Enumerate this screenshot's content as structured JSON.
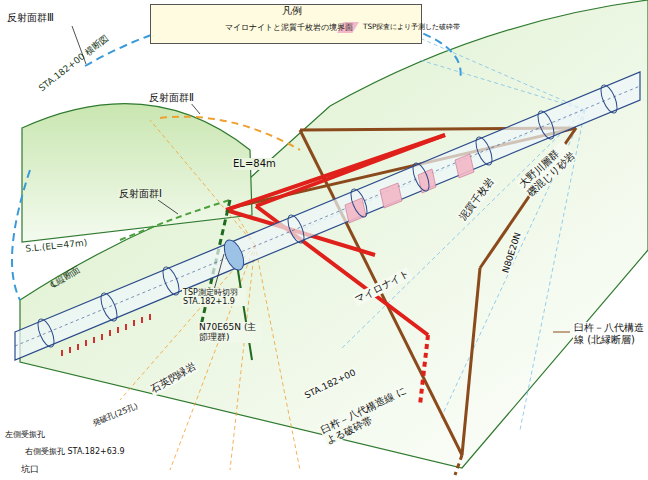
{
  "diagram": {
    "labels": [
      "凡例",
      "反射面群Ⅲ",
      "反射面群Ⅱ",
      "STA.182+00 横断図",
      "S.L.(EL=47m)",
      "EL=84m",
      "反射面群Ⅰ",
      "℄縦断面",
      "TSP測定時切羽 STA.182+1.9",
      "N70E65N (主節理群)",
      "石英閃緑岩",
      "マイロナイト",
      "泥質千枚岩",
      "大野川層群 礫混じり砂岩",
      "N80E20N",
      "臼杵－八代構造線 (北縁断層)",
      "STA.182+00",
      "臼杵－八代構造線 による破砕帯",
      "発破孔(25孔)",
      "左側受振孔",
      "右側受振孔 STA.182+63.9",
      "坑口"
    ],
    "legend": [
      {
        "text": "マイロナイトと泥質千枚岩の境界面"
      },
      {
        "text": "TSP探査により予測した破砕帯",
        "color": "#f4b8c8"
      }
    ]
  }
}
